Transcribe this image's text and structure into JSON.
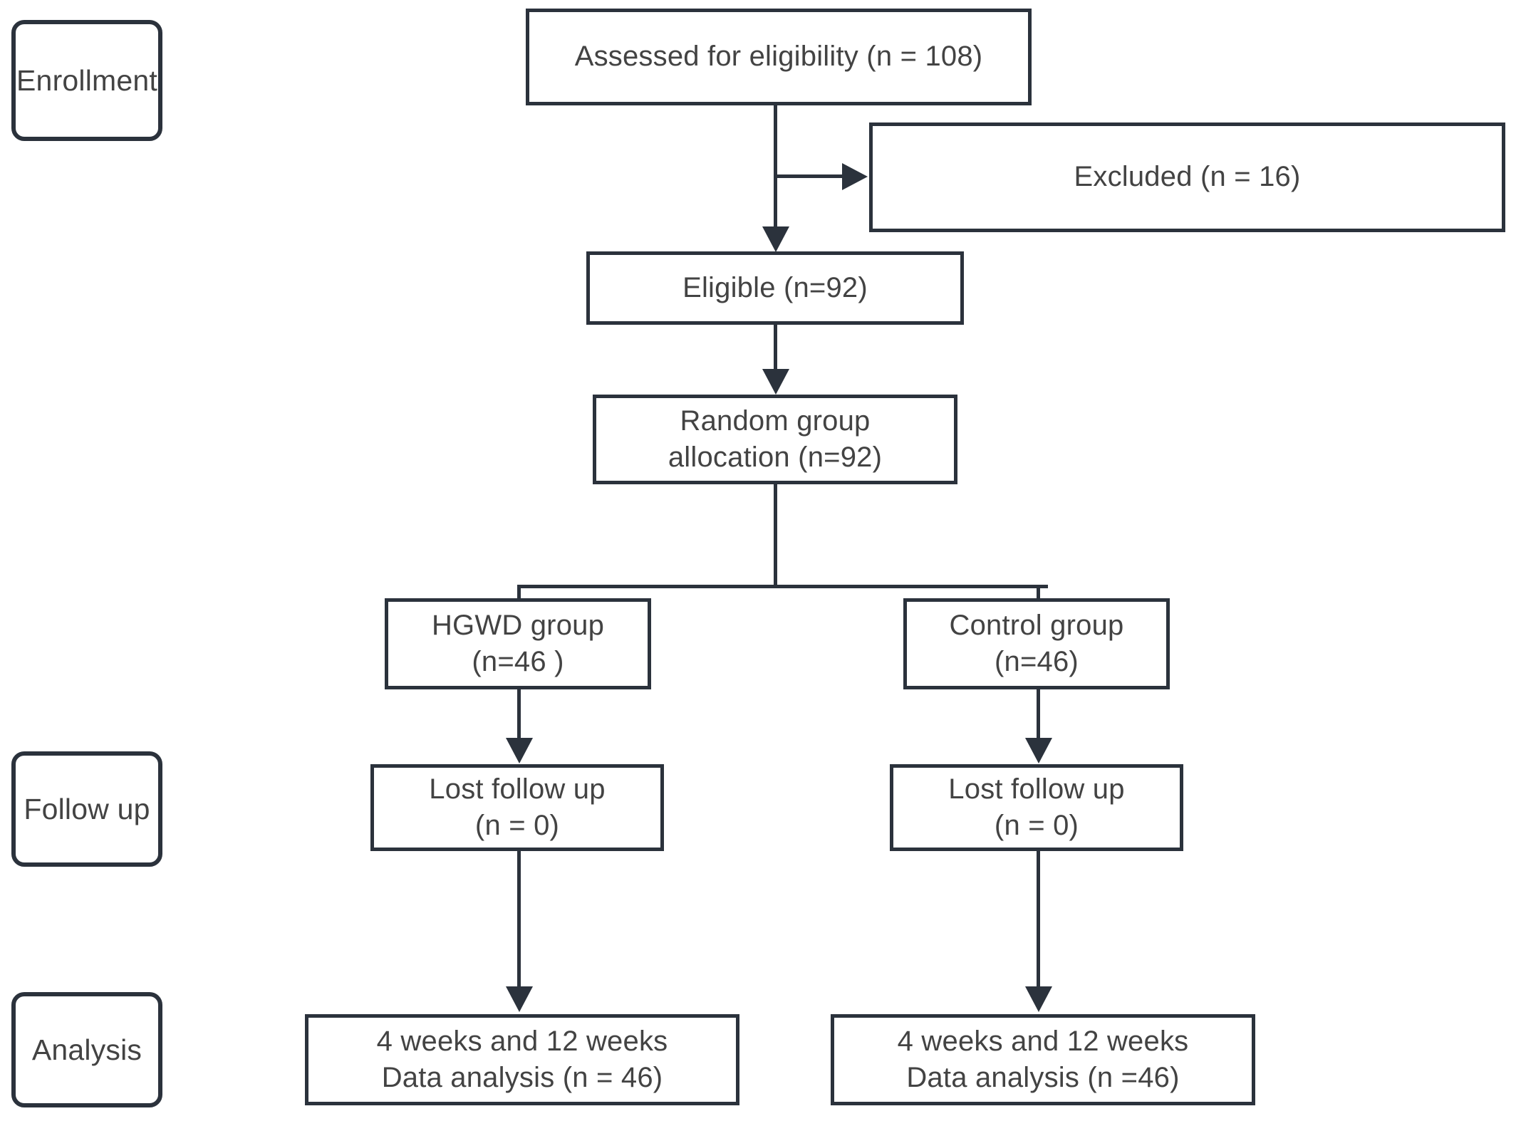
{
  "diagram": {
    "title": "CONSORT participant flow diagram",
    "colors": {
      "stroke": "#2b323c",
      "text": "#434343",
      "background": "#ffffff"
    },
    "stages": [
      {
        "id": "enrollment",
        "label": "Enrollment"
      },
      {
        "id": "follow-up",
        "label": "Follow up"
      },
      {
        "id": "analysis",
        "label": "Analysis"
      }
    ],
    "nodes": {
      "assessed": {
        "label": "Assessed for eligibility (n = 108)"
      },
      "excluded": {
        "label": "Excluded (n = 16)"
      },
      "eligible": {
        "label": "Eligible (n=92)"
      },
      "allocation": {
        "label": "Random group\nallocation (n=92)"
      },
      "hgwd_group": {
        "label": "HGWD group\n(n=46 )"
      },
      "control_group": {
        "label": "Control group\n(n=46)"
      },
      "lost_followup_left": {
        "label": "Lost follow up\n(n = 0)"
      },
      "lost_followup_right": {
        "label": "Lost follow up\n(n = 0)"
      },
      "analysis_left": {
        "label": "4 weeks and 12 weeks\nData analysis (n = 46)"
      },
      "analysis_right": {
        "label": "4 weeks and 12 weeks\nData analysis (n =46)"
      }
    }
  },
  "chart_data": {
    "type": "diagram",
    "title": "CONSORT participant flow diagram",
    "nodes": [
      {
        "id": "assessed",
        "text": "Assessed for eligibility (n = 108)",
        "n": 108,
        "stage": "Enrollment"
      },
      {
        "id": "excluded",
        "text": "Excluded (n = 16)",
        "n": 16,
        "stage": "Enrollment"
      },
      {
        "id": "eligible",
        "text": "Eligible (n=92)",
        "n": 92,
        "stage": "Enrollment"
      },
      {
        "id": "allocation",
        "text": "Random group allocation (n=92)",
        "n": 92,
        "stage": "Enrollment"
      },
      {
        "id": "hgwd_group",
        "text": "HGWD group (n=46 )",
        "n": 46,
        "stage": "Allocation"
      },
      {
        "id": "control_group",
        "text": "Control group (n=46)",
        "n": 46,
        "stage": "Allocation"
      },
      {
        "id": "lost_followup_left",
        "text": "Lost follow up (n = 0)",
        "n": 0,
        "stage": "Follow up"
      },
      {
        "id": "lost_followup_right",
        "text": "Lost follow up (n = 0)",
        "n": 0,
        "stage": "Follow up"
      },
      {
        "id": "analysis_left",
        "text": "4 weeks and 12 weeks Data analysis (n = 46)",
        "n": 46,
        "stage": "Analysis"
      },
      {
        "id": "analysis_right",
        "text": "4 weeks and 12 weeks Data analysis (n =46)",
        "n": 46,
        "stage": "Analysis"
      }
    ],
    "edges": [
      {
        "from": "assessed",
        "to": "excluded"
      },
      {
        "from": "assessed",
        "to": "eligible"
      },
      {
        "from": "eligible",
        "to": "allocation"
      },
      {
        "from": "allocation",
        "to": "hgwd_group"
      },
      {
        "from": "allocation",
        "to": "control_group"
      },
      {
        "from": "hgwd_group",
        "to": "lost_followup_left"
      },
      {
        "from": "control_group",
        "to": "lost_followup_right"
      },
      {
        "from": "lost_followup_left",
        "to": "analysis_left"
      },
      {
        "from": "lost_followup_right",
        "to": "analysis_right"
      }
    ]
  }
}
